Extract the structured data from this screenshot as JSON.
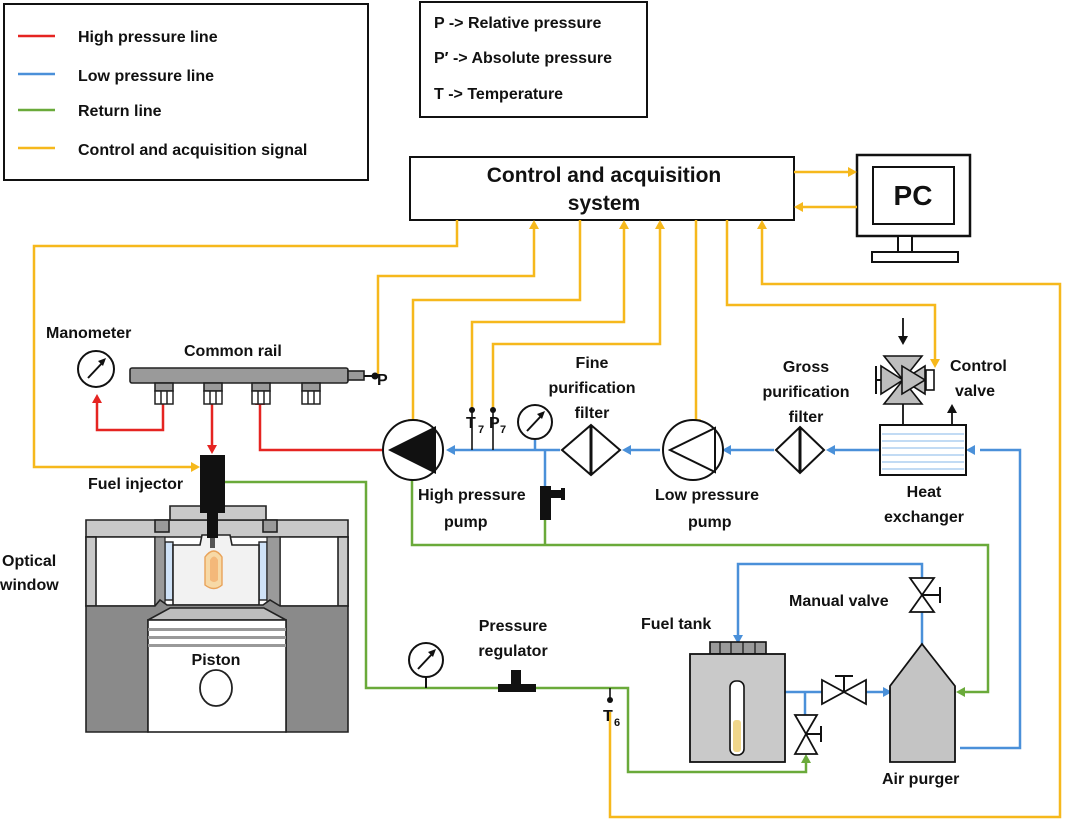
{
  "legend": {
    "lines": [
      {
        "label": "High pressure line",
        "color": "#e52421"
      },
      {
        "label": "Low pressure line",
        "color": "#4a90d9"
      },
      {
        "label": "Return line",
        "color": "#6aaa3a"
      },
      {
        "label": "Control and acquisition signal",
        "color": "#f6b81c"
      }
    ],
    "symbols": [
      {
        "label": "P -> Relative pressure"
      },
      {
        "label": "P′ -> Absolute pressure"
      },
      {
        "label": "T -> Temperature"
      }
    ]
  },
  "components": {
    "control_system": {
      "line1": "Control and acquisition",
      "line2": "system"
    },
    "pc": "PC",
    "manometer": "Manometer",
    "common_rail": "Common rail",
    "rail_p": "P",
    "fuel_injector": "Fuel injector",
    "optical_window": {
      "line1": "Optical",
      "line2": "window"
    },
    "piston": "Piston",
    "high_pressure_pump": {
      "line1": "High pressure",
      "line2": "pump"
    },
    "fine_filter": {
      "line1": "Fine",
      "line2": "purification",
      "line3": "filter"
    },
    "low_pressure_pump": {
      "line1": "Low pressure",
      "line2": "pump"
    },
    "gross_filter": {
      "line1": "Gross",
      "line2": "purification",
      "line3": "filter"
    },
    "control_valve": {
      "line1": "Control",
      "line2": "valve"
    },
    "heat_exchanger": {
      "line1": "Heat",
      "line2": "exchanger"
    },
    "manual_valve": "Manual valve",
    "fuel_tank": "Fuel tank",
    "air_purger": "Air purger",
    "pressure_regulator": {
      "line1": "Pressure",
      "line2": "regulator"
    },
    "sensor_t7": {
      "letter": "T",
      "sub": "7"
    },
    "sensor_p7": {
      "letter": "P",
      "sub": "7"
    },
    "sensor_t6": {
      "letter": "T",
      "sub": "6"
    }
  },
  "colors": {
    "high_pressure": "#e52421",
    "low_pressure": "#4a90d9",
    "return": "#6aaa3a",
    "signal": "#f6b81c"
  }
}
